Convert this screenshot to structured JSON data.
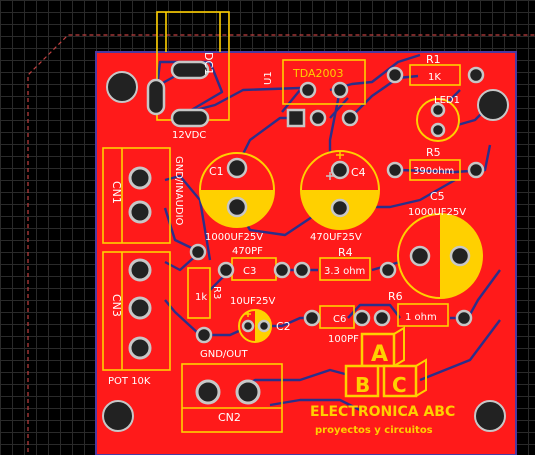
{
  "board": {
    "colors": {
      "board": "#ff1a1a",
      "silk": "#ffd000",
      "copper": "#f2b6b6",
      "trace": "#2b2f8a",
      "pad": "#c7c7c7",
      "hole": "#222222",
      "grid": "#2a2a2a",
      "outline": "#b0b0b0"
    },
    "labels": {
      "dc1": "DC1",
      "vdc": "12VDC",
      "u1": "U1",
      "tda": "TDA2003",
      "r1": "R1",
      "r1v": "1K",
      "led1": "LED1",
      "r5": "R5",
      "r5v": "390ohm",
      "c5": "C5",
      "c5v": "1000UF25V",
      "c1": "C1",
      "c1v": "1000UF25V",
      "c4": "C4",
      "c4v": "470UF25V",
      "cn1": "CN1",
      "gnd_in": "GND/INAUDIO",
      "c3": "C3",
      "c3v": "470PF",
      "r4": "R4",
      "r4v": "3.3 ohm",
      "r3": "R3",
      "r3v": "1k",
      "c2": "C2",
      "c2v": "10UF25V",
      "r6": "R6",
      "r6v": "1 ohm",
      "c6": "C6",
      "c6v": "100PF",
      "cn3": "CN3",
      "pot": "POT 10K",
      "gnd_out": "GND/OUT",
      "cn2": "CN2",
      "brand": "ELECTRONICA ABC",
      "slogan": "proyectos y circuitos",
      "blk_a": "A",
      "blk_b": "B",
      "blk_c": "C"
    }
  }
}
